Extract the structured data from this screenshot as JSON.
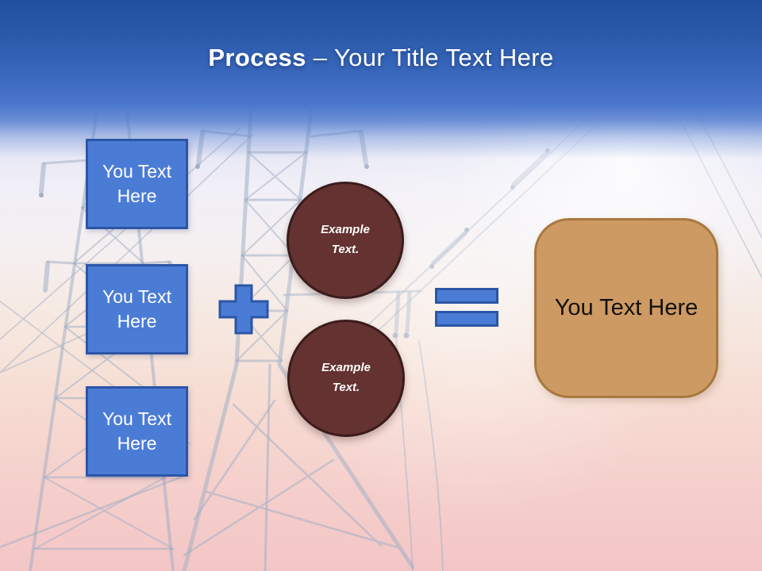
{
  "slide": {
    "title": {
      "bold": "Process",
      "rest": "– Your Title Text Here"
    },
    "input_boxes": [
      {
        "label": "You Text Here"
      },
      {
        "label": "You Text Here"
      },
      {
        "label": "You Text Here"
      }
    ],
    "operators": {
      "plus": "plus",
      "equals": "equals"
    },
    "example_circles": [
      {
        "text": "Example Text."
      },
      {
        "text": "Example Text."
      }
    ],
    "result_box": {
      "label": "You Text Here"
    },
    "background": {
      "description": "transmission-towers-photo"
    },
    "colors": {
      "header_gradient_top": "#20509f",
      "header_gradient_bottom": "#4b77cd",
      "title_text": "#ffffff",
      "input_box_fill": "#4b7cd5",
      "input_box_border": "#2b55a7",
      "operator_fill": "#4b7cd5",
      "operator_border": "#2b55a7",
      "circle_fill": "#643231",
      "circle_border": "#3a1c1c",
      "circle_text": "#ffffff",
      "result_box_fill": "#cd9a64",
      "result_box_border": "#a8783e",
      "result_box_text": "#141008",
      "sky_top": "#c6d2ee",
      "sky_bottom": "#f3c6c6",
      "tower_silhouette": "#a3aec4"
    }
  }
}
